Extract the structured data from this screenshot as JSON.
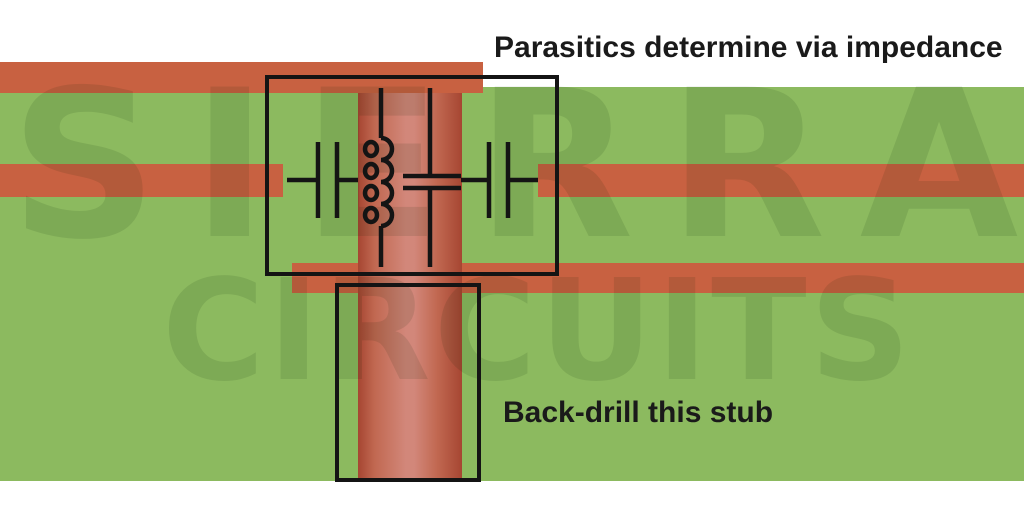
{
  "title": {
    "text": "Parasitics determine via impedance"
  },
  "stub_label": {
    "text": "Back-drill this stub"
  },
  "watermark": {
    "line1": "SIERRA",
    "line2": "CIRCUITS"
  },
  "colors": {
    "page_white": "#ffffff",
    "board_green": "#8cba5f",
    "copper": "#c86141",
    "via_edge_dark": "#a64632",
    "via_mid": "#c16851",
    "via_light": "#d2877a",
    "outline": "#141414",
    "label_text": "#1a1a1a",
    "watermark_tint": "rgba(0,30,0,0.10)"
  },
  "diagram": {
    "shapes": [
      "pcb-substrate",
      "copper-trace-top",
      "copper-trace-middle-left",
      "copper-trace-middle-right",
      "copper-trace-bottom",
      "via-barrel",
      "parasitic-network-outline",
      "back-drill-stub-outline",
      "pad-capacitor-symbol-left",
      "via-inductor-symbol",
      "via-capacitor-symbol",
      "pad-capacitor-symbol-right"
    ]
  }
}
